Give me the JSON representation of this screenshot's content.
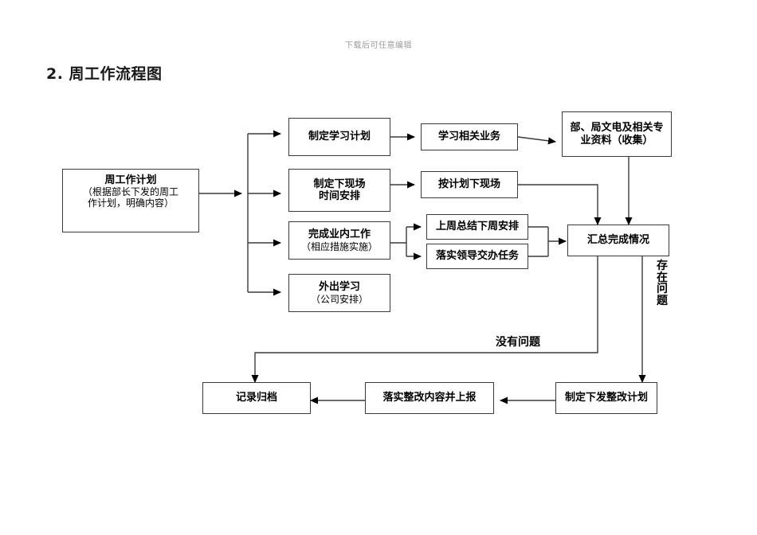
{
  "document": {
    "header_note": "下载后可任意编辑",
    "title": "2. 周工作流程图"
  },
  "diagram": {
    "type": "flowchart",
    "nodes": {
      "weekly_plan": {
        "title": "周工作计划",
        "subtitle_line1": "（根据部长下发的周工",
        "subtitle_line2": "作计划，明确内容）"
      },
      "make_study_plan": {
        "title": "制定学习计划"
      },
      "make_site_schedule": {
        "title_line1": "制定下现场",
        "title_line2": "时间安排"
      },
      "finish_internal_work": {
        "title": "完成业内工作",
        "subtitle": "（相应措施实施）"
      },
      "outside_study": {
        "title": "外出学习",
        "subtitle": "（公司安排）"
      },
      "study_related_business": {
        "title": "学习相关业务"
      },
      "site_as_planned": {
        "title": "按计划下现场"
      },
      "last_week_summary": {
        "title": "上周总结下周安排"
      },
      "leader_tasks": {
        "title": "落实领导交办任务"
      },
      "dept_documents": {
        "title_line1": "部、局文电及相关专",
        "title_line2": "业资料（收集）"
      },
      "summarize_completion": {
        "title": "汇总完成情况"
      },
      "make_rectification_plan": {
        "title": "制定下发整改计划"
      },
      "implement_rectification": {
        "title": "落实整改内容并上报"
      },
      "record_archive": {
        "title": "记录归档"
      }
    },
    "edge_labels": {
      "has_problem": "存在问题",
      "no_problem": "没有问题"
    },
    "colors": {
      "line": "#3a3a3a",
      "text": "#000000",
      "background": "#ffffff",
      "header_note": "#9a9a9a"
    }
  }
}
